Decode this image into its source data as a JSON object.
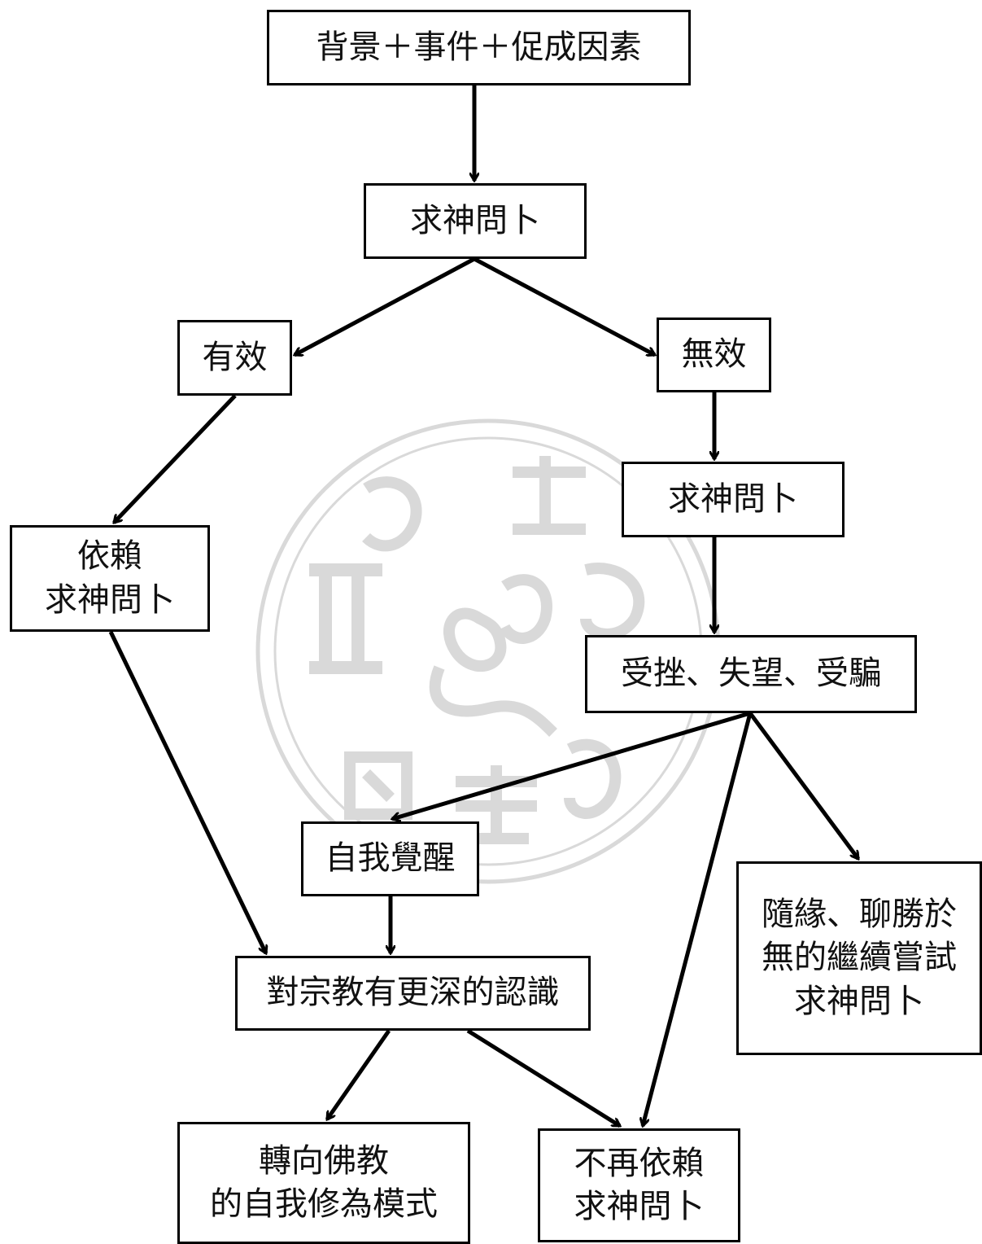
{
  "nodes": {
    "n1": {
      "label": "背景＋事件＋促成因素"
    },
    "n2": {
      "label": "求神問卜"
    },
    "n3": {
      "label": "有效"
    },
    "n4": {
      "label": "無效"
    },
    "n5": {
      "label": "求神問卜"
    },
    "n6": {
      "label": "依賴\n求神問卜"
    },
    "n7": {
      "label": "受挫、失望、受騙"
    },
    "n8": {
      "label": "自我覺醒"
    },
    "n9": {
      "label": "隨緣、聊勝於\n無的繼續嘗試\n求神問卜"
    },
    "n10": {
      "label": "對宗教有更深的認識"
    },
    "n11": {
      "label": "轉向佛教\n的自我修為模式"
    },
    "n12": {
      "label": "不再依賴\n求神問卜"
    }
  },
  "edges": [
    {
      "from": "n1",
      "to": "n2"
    },
    {
      "from": "n2",
      "to": "n3"
    },
    {
      "from": "n2",
      "to": "n4"
    },
    {
      "from": "n4",
      "to": "n5"
    },
    {
      "from": "n3",
      "to": "n6"
    },
    {
      "from": "n5",
      "to": "n7"
    },
    {
      "from": "n7",
      "to": "n8"
    },
    {
      "from": "n7",
      "to": "n12"
    },
    {
      "from": "n7",
      "to": "n9"
    },
    {
      "from": "n6",
      "to": "n10"
    },
    {
      "from": "n8",
      "to": "n10"
    },
    {
      "from": "n10",
      "to": "n11"
    },
    {
      "from": "n10",
      "to": "n12"
    }
  ],
  "watermark": {
    "icon": "library-seal-watermark"
  }
}
